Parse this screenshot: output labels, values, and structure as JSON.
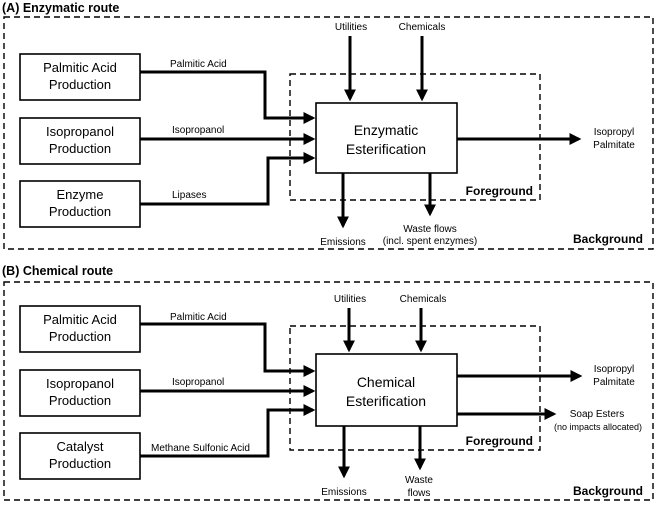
{
  "section_a": {
    "title": "(A) Enzymatic route",
    "inputs": [
      {
        "line1": "Palmitic Acid",
        "line2": "Production",
        "flow": "Palmitic Acid"
      },
      {
        "line1": "Isopropanol",
        "line2": "Production",
        "flow": "Isopropanol"
      },
      {
        "line1": "Enzyme",
        "line2": "Production",
        "flow": "Lipases"
      }
    ],
    "process": {
      "line1": "Enzymatic",
      "line2": "Esterification"
    },
    "top_inputs": [
      "Utilities",
      "Chemicals"
    ],
    "product": {
      "line1": "Isopropyl",
      "line2": "Palmitate"
    },
    "emissions": "Emissions",
    "waste": {
      "line1": "Waste flows",
      "line2": "(incl. spent enzymes)"
    },
    "foreground": "Foreground",
    "background": "Background"
  },
  "section_b": {
    "title": "(B) Chemical route",
    "inputs": [
      {
        "line1": "Palmitic Acid",
        "line2": "Production",
        "flow": "Palmitic Acid"
      },
      {
        "line1": "Isopropanol",
        "line2": "Production",
        "flow": "Isopropanol"
      },
      {
        "line1": "Catalyst",
        "line2": "Production",
        "flow": "Methane Sulfonic Acid"
      }
    ],
    "process": {
      "line1": "Chemical",
      "line2": "Esterification"
    },
    "top_inputs": [
      "Utilities",
      "Chemicals"
    ],
    "product": {
      "line1": "Isopropyl",
      "line2": "Palmitate"
    },
    "coproduct": {
      "line1": "Soap Esters",
      "line2": "(no impacts allocated)"
    },
    "emissions": "Emissions",
    "waste": {
      "line1": "Waste",
      "line2": "flows"
    },
    "foreground": "Foreground",
    "background": "Background"
  }
}
